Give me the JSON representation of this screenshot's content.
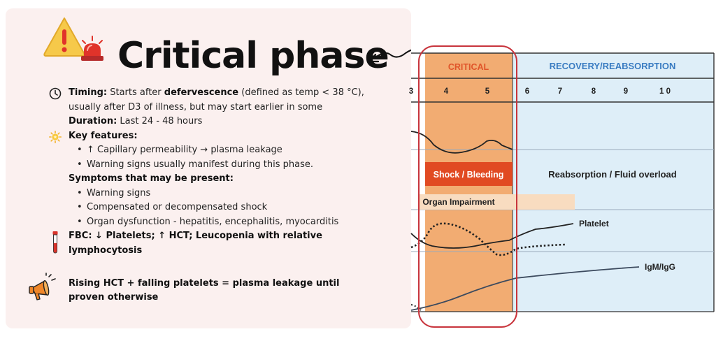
{
  "title": "Critical phase",
  "icons": {
    "warning": "warning-triangle-icon",
    "siren": "siren-icon",
    "clock": "clock-icon",
    "sun": "sun-icon",
    "test_tube": "blood-tube-icon",
    "megaphone": "megaphone-icon",
    "arrow": "curved-arrow-icon"
  },
  "timing": {
    "label": "Timing:",
    "text1": " Starts after ",
    "bold": "defervescence",
    "text2": " (defined as temp < 38 °C), usually after D3 of illness, but may start earlier in some"
  },
  "duration": {
    "label": "Duration:",
    "text": " Last 24 - 48 hours"
  },
  "key_features": {
    "label": "Key features:",
    "items": [
      "↑ Capillary permeability → plasma leakage",
      "Warning signs usually manifest during this phase."
    ]
  },
  "symptoms": {
    "label": "Symptoms that may be present:",
    "items": [
      "Warning signs",
      "Compensated or decompensated shock",
      "Organ dysfunction - hepatitis, encephalitis, myocarditis"
    ]
  },
  "fbc": {
    "text": "FBC: ↓ Platelets; ↑ HCT; Leucopenia with relative lymphocytosis"
  },
  "alert": {
    "text": "Rising HCT + falling platelets = plasma leakage until proven otherwise"
  },
  "chart": {
    "phases": [
      "CRITICAL",
      "RECOVERY/REABSORPTION"
    ],
    "days": [
      "3",
      "4",
      "5",
      "6",
      "7",
      "8",
      "9",
      "1 0"
    ],
    "labels": {
      "shock": "Shock / Bleeding",
      "reabsorption": "Reabsorption / Fluid overload",
      "organ": "Organ Impairment",
      "platelet": "Platelet",
      "igm": "IgM/IgG"
    },
    "colors": {
      "critical_fill": "#f2ac72",
      "critical_text": "#e0552a",
      "recovery_fill": "#deeef8",
      "recovery_text": "#3a7cc2",
      "shock_fill": "#e14a22",
      "organ_fill": "#f8dcc0",
      "highlight_ring": "#c8343c"
    }
  }
}
